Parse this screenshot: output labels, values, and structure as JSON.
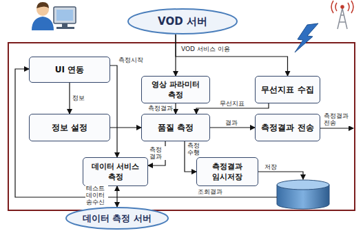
{
  "diagram": {
    "nodes": [
      {
        "text": [
          "VOD 서버"
        ]
      },
      {
        "text": [
          "UI 연동"
        ]
      },
      {
        "text": [
          "영상 파라미터 측정"
        ]
      },
      {
        "text": [
          "무선지표 수집"
        ]
      },
      {
        "text": [
          "정보 설정"
        ]
      },
      {
        "text": [
          "품질 측정"
        ]
      },
      {
        "text": [
          "측정결과 전송"
        ]
      },
      {
        "text": [
          "데이터 서비스 측정"
        ]
      },
      {
        "text": [
          "측정결과 임시저장"
        ]
      },
      {
        "text": [
          "데이터 측정 서버"
        ]
      }
    ],
    "edges": [
      {
        "from": 0,
        "to": 2,
        "label": "VOD 서비스 이용",
        "arrow": "to"
      },
      {
        "from": 0,
        "to": 3,
        "arrow": "to"
      },
      {
        "from": 1,
        "to": 4,
        "label": "정보",
        "arrow": "to"
      },
      {
        "from": 1,
        "to": 7,
        "label": "측정시작",
        "arrow": "to"
      },
      {
        "from": 2,
        "to": 5,
        "label": "측정결과",
        "arrow": "to"
      },
      {
        "from": 3,
        "to": 5,
        "label": "무선지표",
        "arrow": "to"
      },
      {
        "from": 4,
        "to": 5,
        "arrow": "to"
      },
      {
        "from": 5,
        "to": 6,
        "label": "결과",
        "arrow": "to"
      },
      {
        "from": 5,
        "to": 7,
        "label": "측정 결과",
        "arrow": "to"
      },
      {
        "from": 5,
        "to": 8,
        "label": "측정 수행",
        "arrow": "to"
      },
      {
        "from": 7,
        "to": 9,
        "label": "테스트 데이터 송수신",
        "arrow": "both"
      }
    ],
    "labels": [
      "측정결과 전송",
      "저장",
      "조회결과"
    ]
  }
}
